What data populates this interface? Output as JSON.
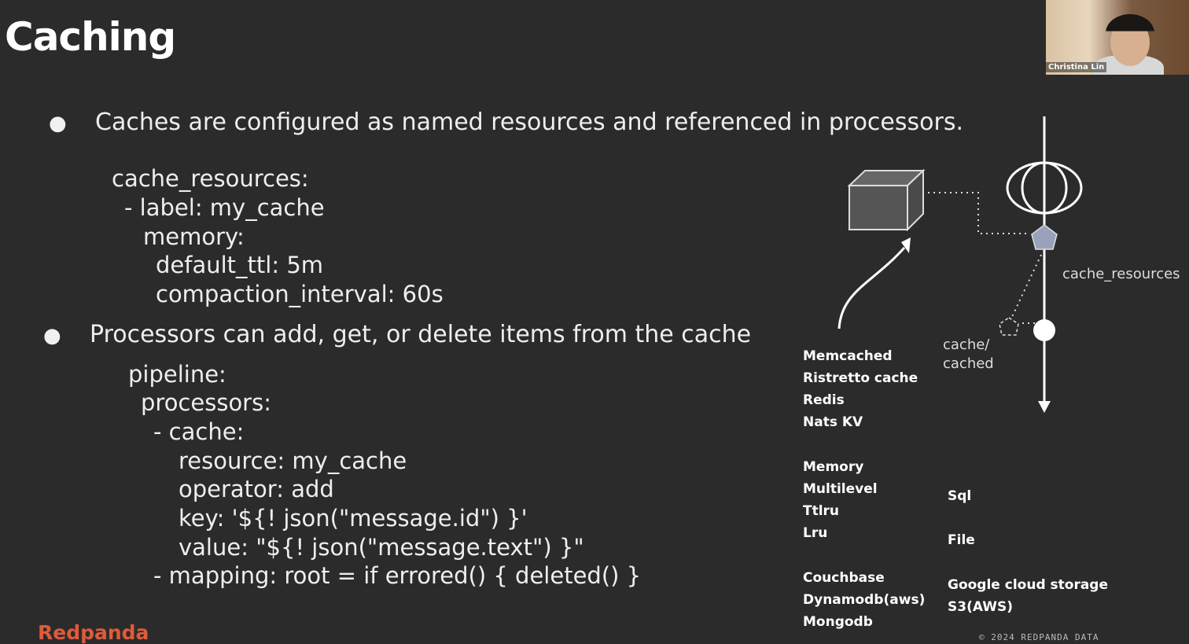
{
  "title": "Caching",
  "bullets": [
    "Caches are configured as named resources and referenced in processors.",
    "Processors can add, get, or delete items from the cache"
  ],
  "code1": [
    "cache_resources:",
    "-  label: my_cache",
    "memory:",
    "default_ttl: 5m",
    "compaction_interval: 60s"
  ],
  "code2": [
    "pipeline:",
    "processors:",
    "- cache:",
    "resource: my_cache",
    "operator: add",
    "key: '${! json(\"message.id\") }'",
    "value: \"${! json(\"message.text\") }\"",
    "- mapping: root = if errored() { deleted() }"
  ],
  "diagram": {
    "label_resources": "cache_resources",
    "label_cached_1": "cache/",
    "label_cached_2": "cached"
  },
  "list_left": [
    "Memcached",
    "Ristretto cache",
    "Redis",
    "Nats KV",
    "Memory",
    "Multilevel",
    "Ttlru",
    "Lru",
    "Couchbase",
    "Dynamodb(aws)",
    "Mongodb"
  ],
  "list_right": [
    "Sql",
    "File",
    "Google cloud storage",
    "S3(AWS)"
  ],
  "logo": "Redpanda",
  "copyright": "© 2024 REDPANDA DATA",
  "participant": "Christina Lin"
}
